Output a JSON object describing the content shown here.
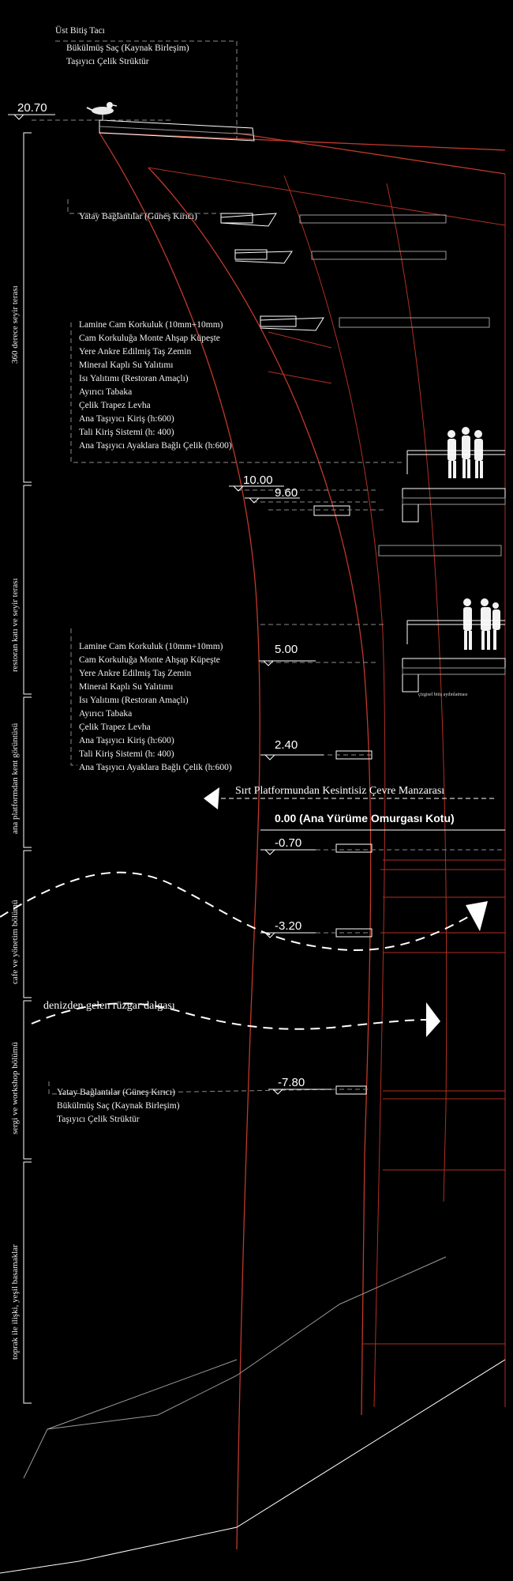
{
  "top_labels": [
    "Üst Bitiş Tacı",
    "Bükülmüş Saç (Kaynak Birleşim)",
    "Taşıyıcı Çelik Strüktür"
  ],
  "sun_breaker_label": "Yatay Bağlantılar (Güneş Kırıcı)",
  "layer_list_1": [
    "Lamine Cam Korkuluk (10mm+10mm)",
    "Cam Korkuluğa Monte Ahşap Küpeşte",
    "Yere Ankre Edilmiş Taş Zemin",
    "Mineral Kaplı Su Yalıtımı",
    "Isı Yalıtımı (Restoran Amaçlı)",
    "Ayırıcı Tabaka",
    "Çelik Trapez Levha",
    "Ana Taşıyıcı Kiriş (h:600)",
    "Tali Kiriş Sistemi (h: 400)",
    "Ana Taşıyıcı Ayaklara Bağlı Çelik (h:600)"
  ],
  "layer_list_2": [
    "Lamine Cam Korkuluk (10mm+10mm)",
    "Cam Korkuluğa Monte Ahşap Küpeşte",
    "Yere Ankre Edilmiş Taş Zemin",
    "Mineral Kaplı Su Yalıtımı",
    "Isı Yalıtımı (Restoran Amaçlı)",
    "Ayırıcı Tabaka",
    "Çelik Trapez Levha",
    "Ana Taşıyıcı Kiriş (h:600)",
    "Tali Kiriş Sistemi (h: 400)",
    "Ana Taşıyıcı Ayaklara Bağlı Çelik (h:600)"
  ],
  "bottom_labels": [
    "Yatay Bağlantılar (Güneş Kırıcı)",
    "Bükülmüş Saç (Kaynak Birleşim)",
    "Taşıyıcı Çelik Strüktür"
  ],
  "levels": [
    "20.70",
    "10.00",
    "9.60",
    "5.00",
    "2.40",
    "0.00 (Ana Yürüme Omurgası Kotu)",
    "-0.70",
    "-3.20",
    "-7.80"
  ],
  "sections": [
    "360 derece seyir terası",
    "restoran katı ve seyir terası",
    "ana platformdan kent görüntüsü",
    "cafe ve yönetim bölümü",
    "sergi ve workshop bölümü",
    "toprak ile ilişki, yeşil basamaklar"
  ],
  "panorama_text": "Sırt Platformundan Kesintisiz Çevre Manzarası",
  "wind_text": "denizden gelen rüzgar dalgası",
  "lighting_note": "çizgisel bitiş aydınlatması",
  "colors": {
    "background": "#000000",
    "structure": "#c0392b",
    "annotation": "#ffffff",
    "leader": "#8a8a8a"
  }
}
